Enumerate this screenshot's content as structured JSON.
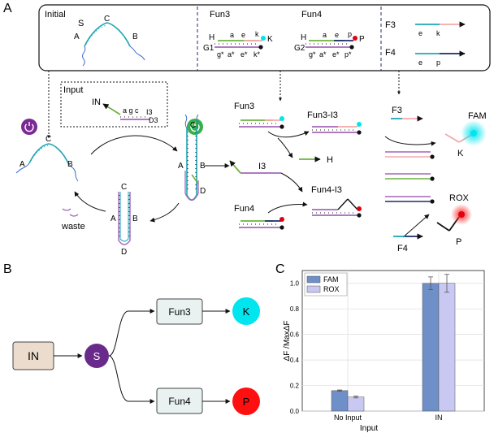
{
  "colors": {
    "teal": "#1ea7b6",
    "green": "#6bb33d",
    "pink": "#f4a8a8",
    "purple": "#a267b9",
    "navy": "#1b2a6b",
    "gray": "#a9a9a9",
    "cyan": "#00e5ee",
    "red": "#e10012",
    "power_purple": "#7b2a95",
    "power_green": "#35b04b",
    "box_fill": "#e9f2f1",
    "in_fill": "#ecdccd",
    "s_fill": "#6a2a8c",
    "fam_bar": "#6f8fc8",
    "rox_bar": "#c8c8f2"
  },
  "panelA": {
    "label": "A",
    "initial": "Initial",
    "S": "S",
    "A": "A",
    "B": "B",
    "C": "C",
    "D": "D",
    "fun3": "Fun3",
    "fun4": "Fun4",
    "f3": "F3",
    "f4": "F4",
    "H": "H",
    "G1": "G1",
    "G2": "G2",
    "K": "K",
    "P": "P",
    "a": "a",
    "e": "e",
    "k": "k",
    "p": "p",
    "g_star": "g*",
    "a_star": "a*",
    "e_star": "e*",
    "k_star": "k*",
    "p_star": "p*",
    "input": "Input",
    "IN": "IN",
    "agc": "a g c",
    "I3": "I3",
    "D3": "D3",
    "waste": "waste",
    "fun3_i3": "Fun3-I3",
    "fun4_i3": "Fun4-I3",
    "FAM": "FAM",
    "ROX": "ROX"
  },
  "panelB": {
    "label": "B",
    "IN": "IN",
    "S": "S",
    "fun3": "Fun3",
    "fun4": "Fun4",
    "K": "K",
    "P": "P"
  },
  "panelC": {
    "label": "C",
    "chart_data": {
      "type": "bar",
      "categories": [
        "No Input",
        "IN"
      ],
      "series": [
        {
          "name": "FAM",
          "values": [
            0.16,
            1.0
          ],
          "errors": [
            0.005,
            0.05
          ]
        },
        {
          "name": "ROX",
          "values": [
            0.11,
            1.0
          ],
          "errors": [
            0.007,
            0.07
          ]
        }
      ],
      "xlabel": "Input",
      "ylabel": "ΔF /MaxΔF",
      "ylim": [
        0,
        1.1
      ],
      "yticks": [
        "0.0",
        "0.2",
        "0.4",
        "0.6",
        "0.8",
        "1.0"
      ],
      "grid": true,
      "legend": "top-left"
    }
  }
}
